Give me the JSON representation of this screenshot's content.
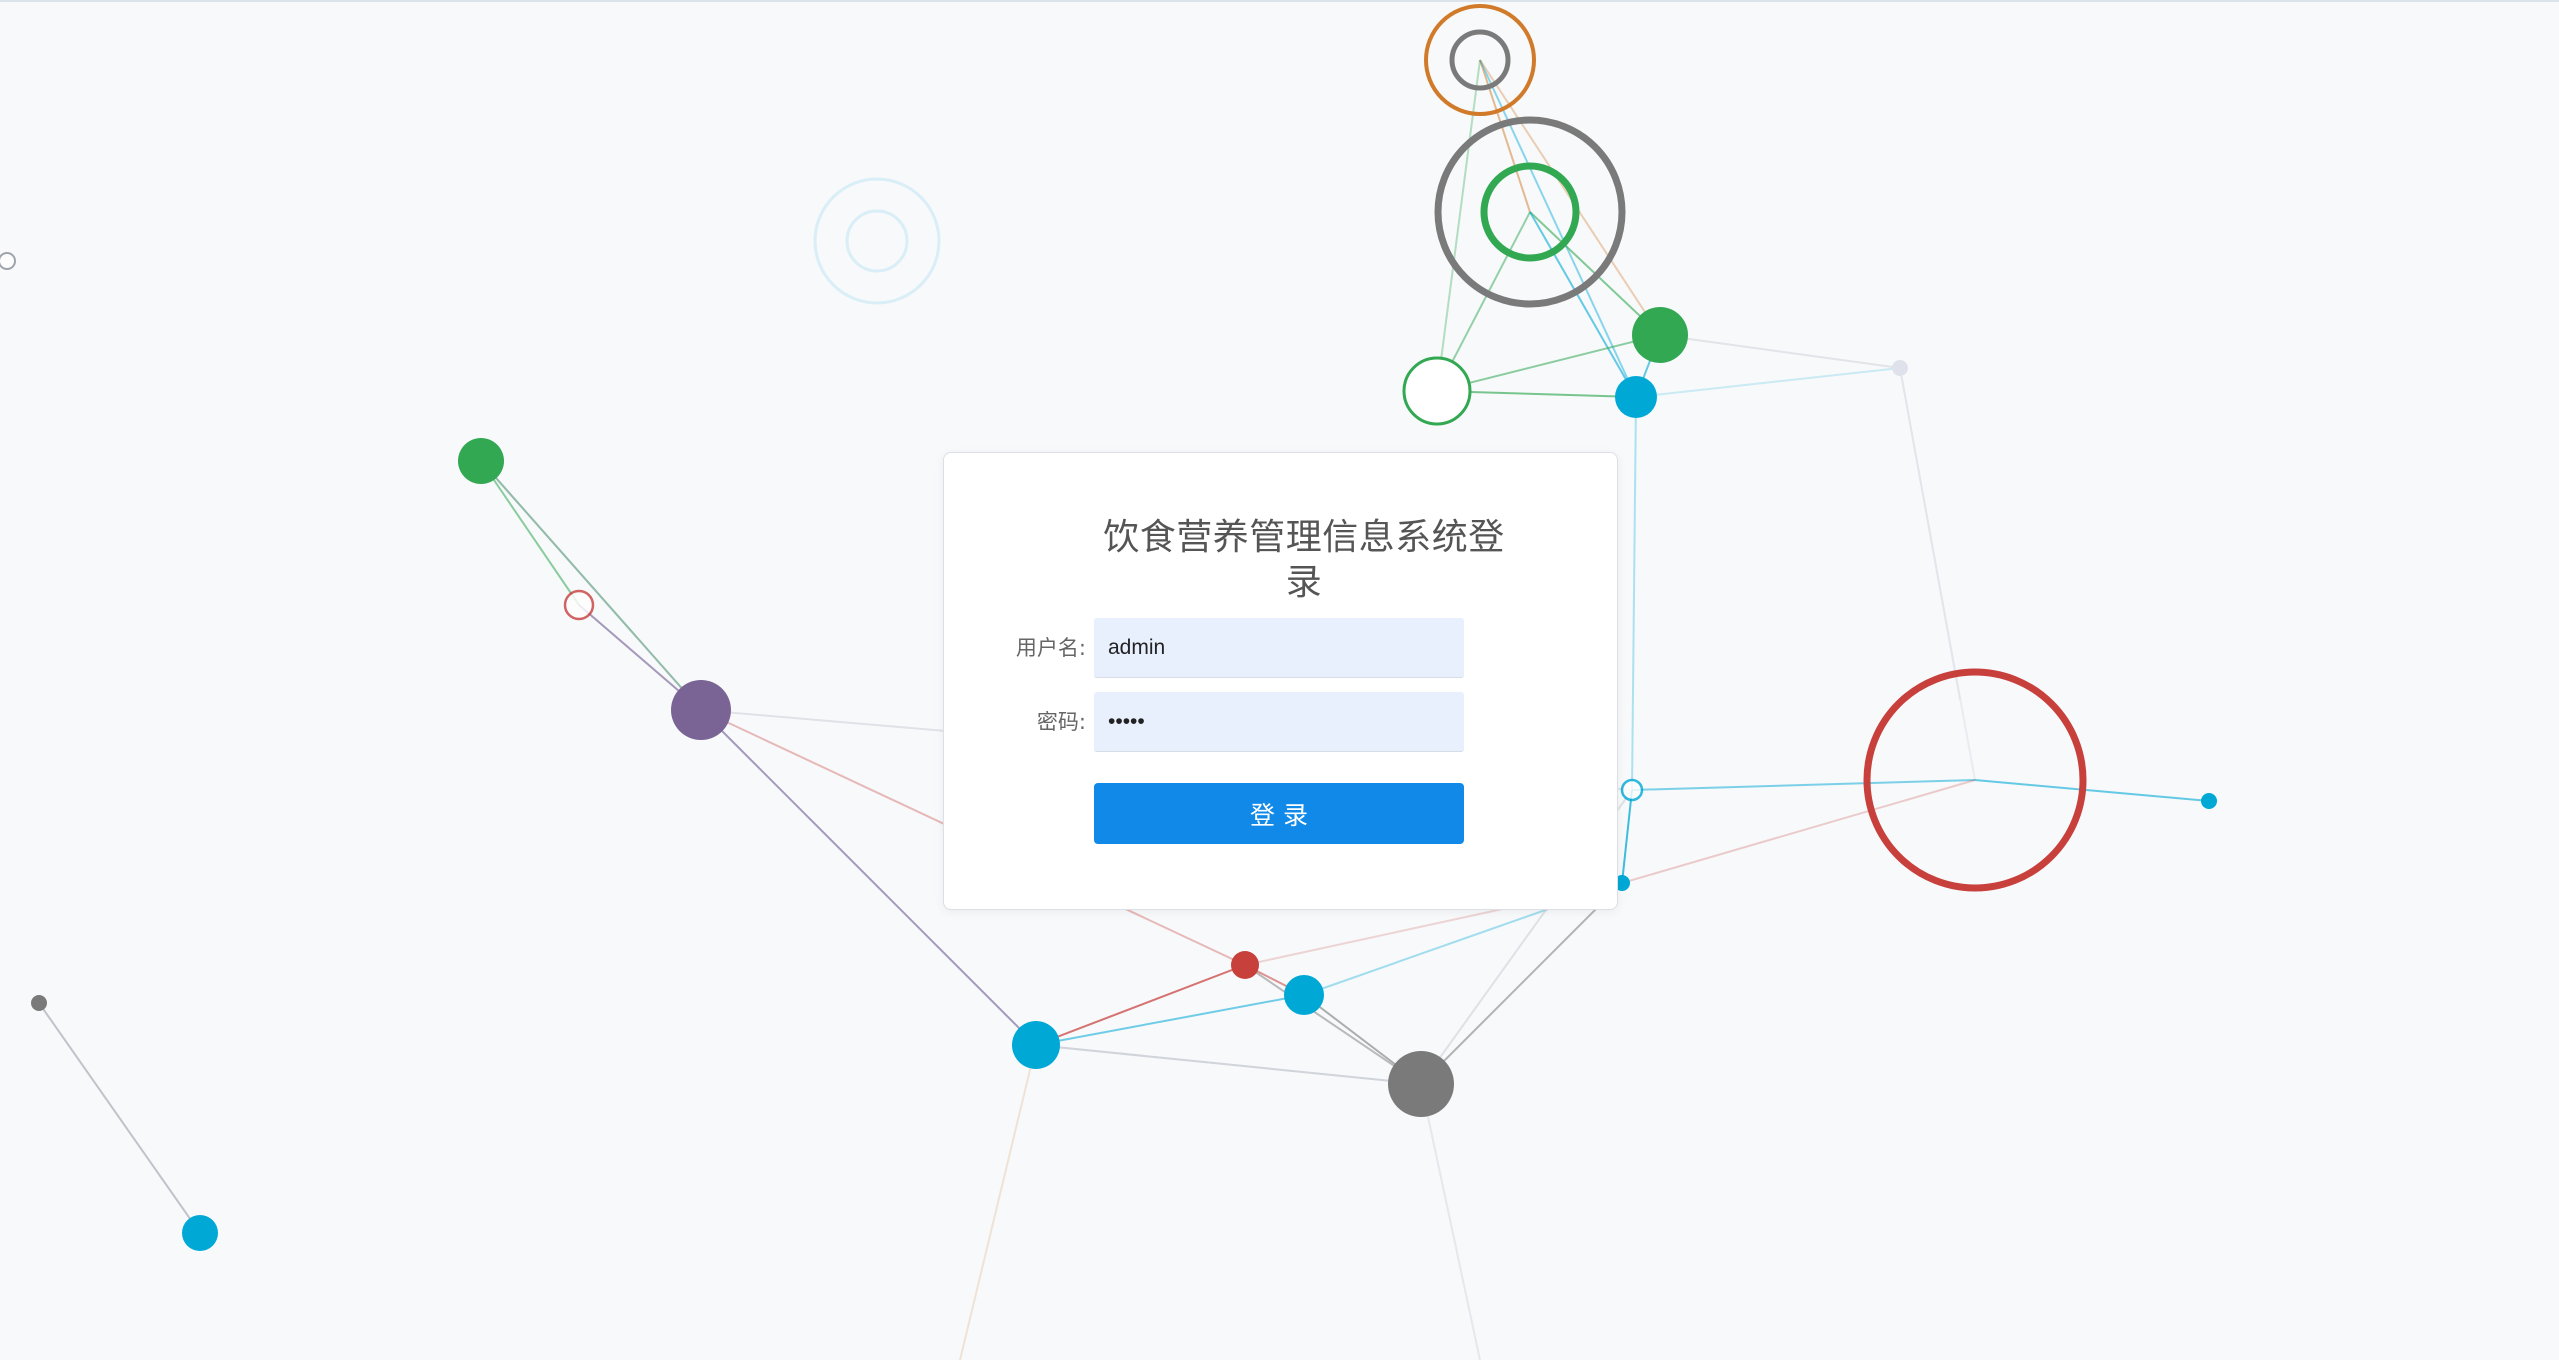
{
  "login": {
    "title": "饮食营养管理信息系统登录",
    "username_label": "用户名:",
    "username_value": "admin",
    "password_label": "密码:",
    "password_value": "•••••",
    "submit_label": "登录"
  },
  "colors": {
    "background": "#f7f9fb",
    "card": "#ffffff",
    "input_bg": "#e8effd",
    "button": "#1089e8",
    "node_blue": "#00a8d6",
    "node_green": "#32a852",
    "node_red": "#c8403c",
    "node_gray": "#7a7a7a",
    "node_purple": "#7a6496",
    "node_orange": "#d07a2a"
  }
}
